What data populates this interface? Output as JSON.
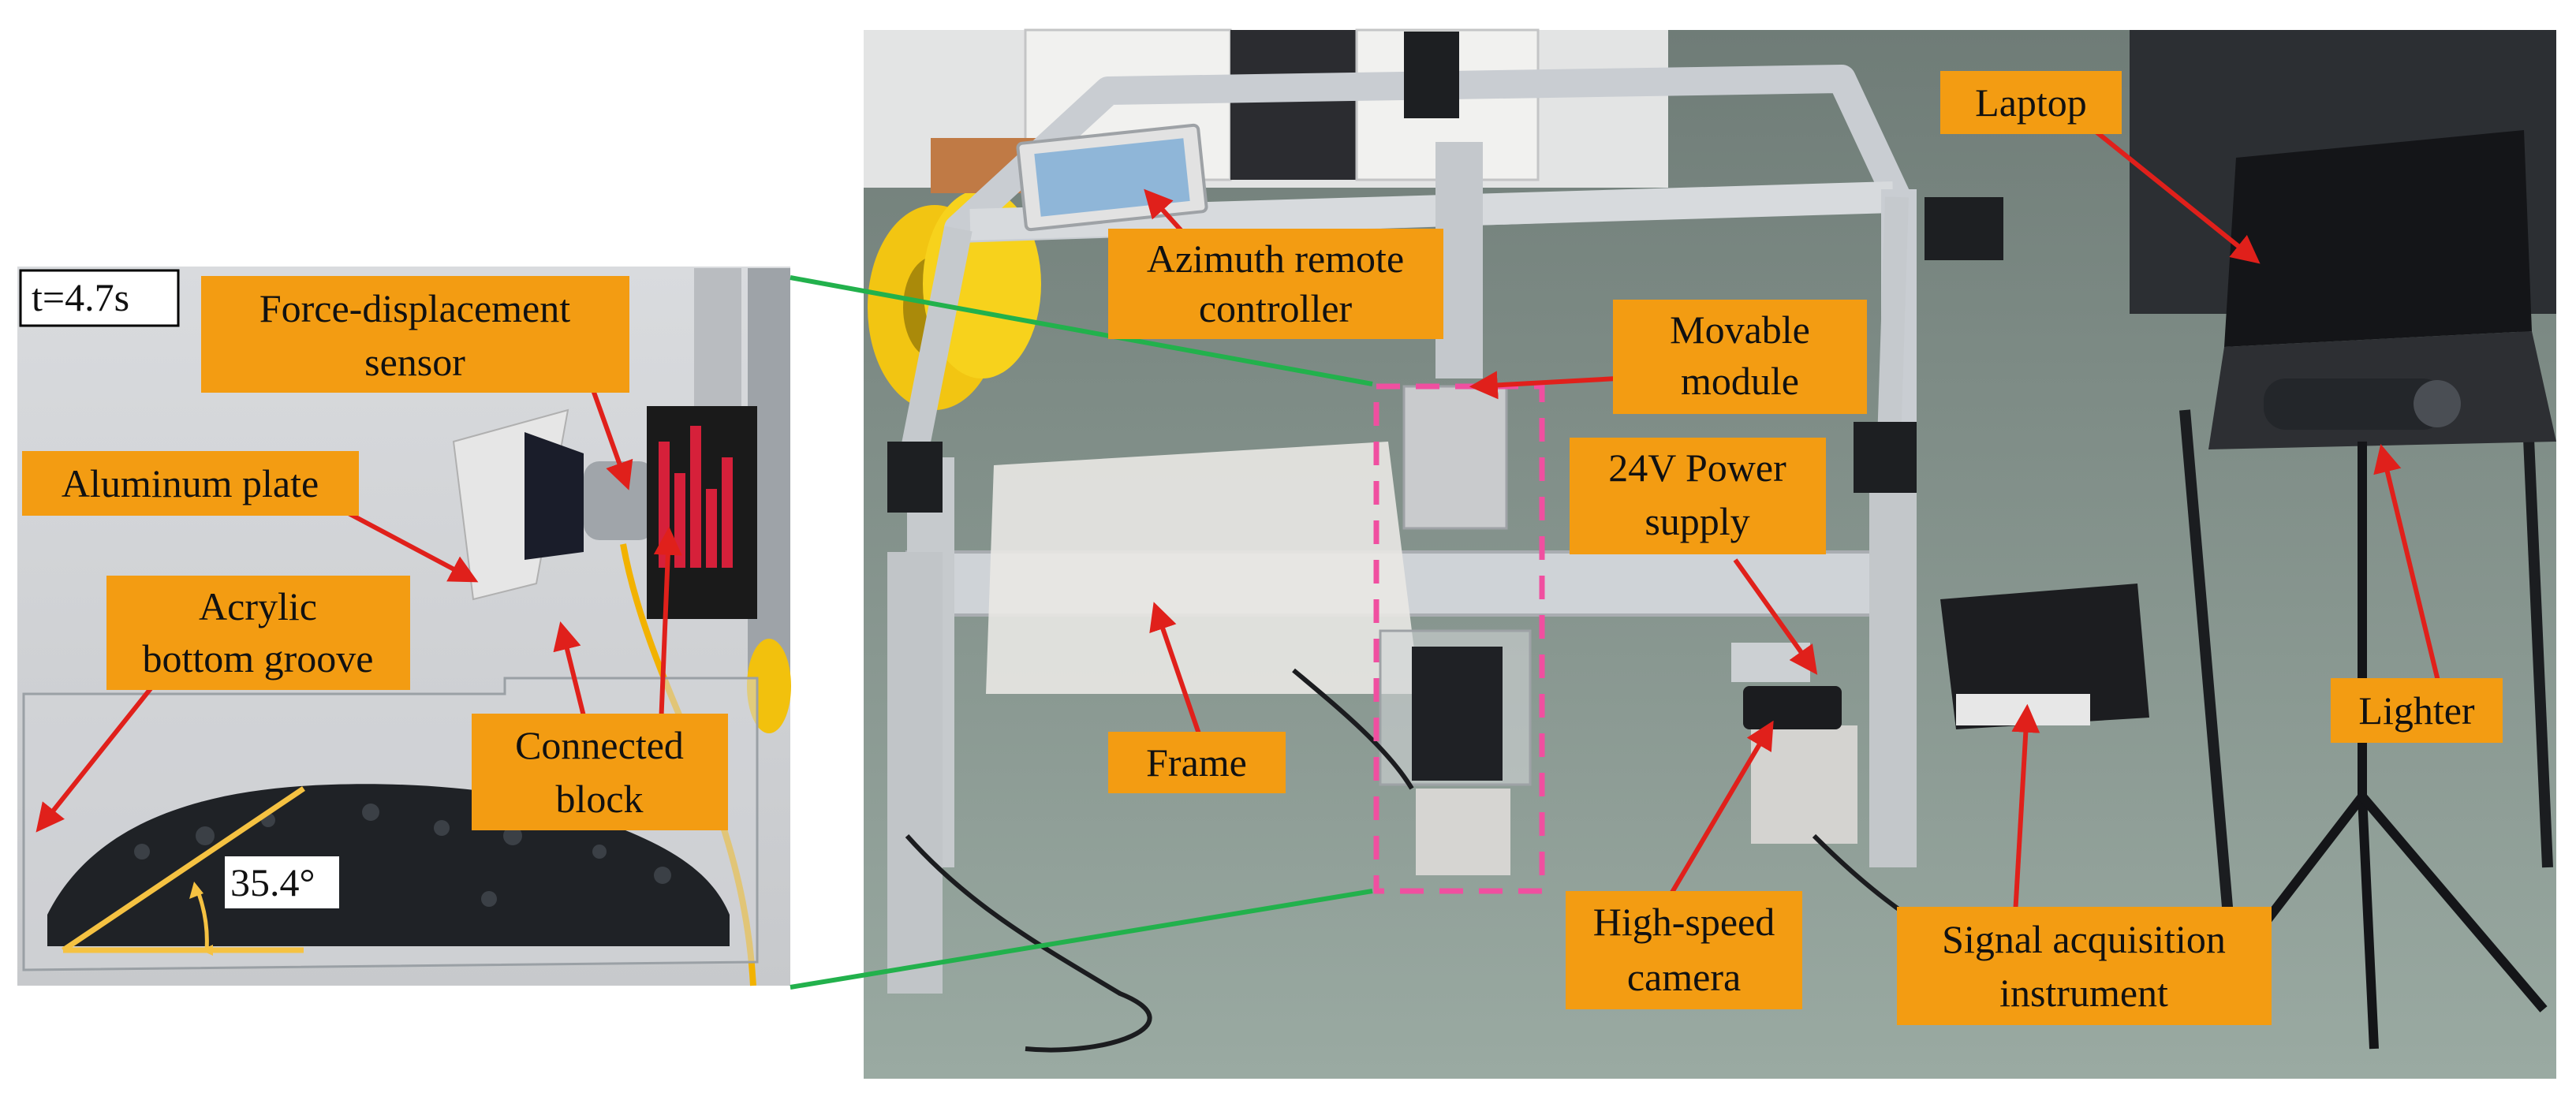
{
  "photo_left": {
    "time_label": "t=4.7s",
    "angle_label": "35.4°"
  },
  "labels": {
    "force_sensor": [
      "Force-displacement",
      "sensor"
    ],
    "aluminum_plate": [
      "Aluminum plate"
    ],
    "acrylic_groove": [
      "Acrylic",
      "bottom groove"
    ],
    "connected_block": [
      "Connected",
      "block"
    ],
    "azimuth_controller": [
      "Azimuth remote",
      "controller"
    ],
    "movable_module": [
      "Movable",
      "module"
    ],
    "power_supply": [
      "24V Power",
      "supply"
    ],
    "frame": [
      "Frame"
    ],
    "high_speed_camera": [
      "High-speed",
      "camera"
    ],
    "signal_instrument": [
      "Signal acquisition",
      "instrument"
    ],
    "laptop": [
      "Laptop"
    ],
    "lighter": [
      "Lighter"
    ]
  },
  "colors": {
    "label_bg": "#F39C12",
    "arrow": "#E0201B",
    "connector": "#22B14C",
    "dashed_box": "#F04FA0",
    "angle_line": "#F5C242",
    "frame_aluminum": "#C9CDD2",
    "floor": "#8A9A90"
  }
}
